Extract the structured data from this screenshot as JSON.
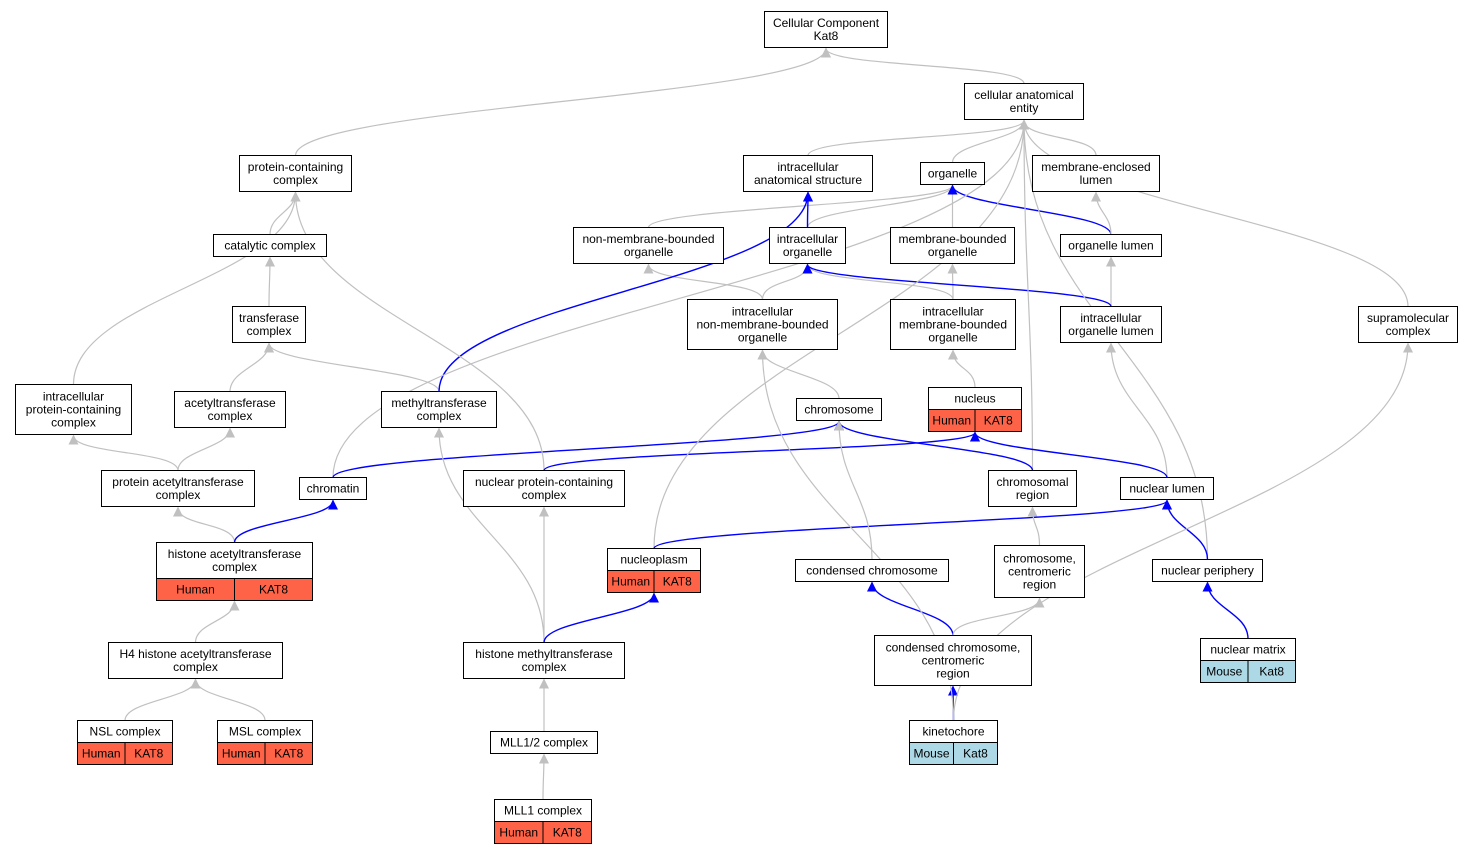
{
  "colors": {
    "gray_edge": "#c0c0c0",
    "blue_edge": "#0000ff",
    "human_fill": "#ff6347",
    "mouse_fill": "#add8e6",
    "node_border": "#000000",
    "node_fill": "#ffffff"
  },
  "nodes": {
    "root": {
      "lines": [
        "Cellular Component",
        "Kat8"
      ]
    },
    "cae": {
      "lines": [
        "cellular anatomical",
        "entity"
      ]
    },
    "pcc": {
      "lines": [
        "protein-containing",
        "complex"
      ]
    },
    "ias": {
      "lines": [
        "intracellular",
        "anatomical structure"
      ]
    },
    "organelle": {
      "lines": [
        "organelle"
      ]
    },
    "mel": {
      "lines": [
        "membrane-enclosed",
        "lumen"
      ]
    },
    "catalytic": {
      "lines": [
        "catalytic complex"
      ]
    },
    "nmbo": {
      "lines": [
        "non-membrane-bounded",
        "organelle"
      ]
    },
    "io": {
      "lines": [
        "intracellular",
        "organelle"
      ]
    },
    "mbo": {
      "lines": [
        "membrane-bounded",
        "organelle"
      ]
    },
    "olumen": {
      "lines": [
        "organelle lumen"
      ]
    },
    "transferase": {
      "lines": [
        "transferase",
        "complex"
      ]
    },
    "inmbo": {
      "lines": [
        "intracellular",
        "non-membrane-bounded",
        "organelle"
      ]
    },
    "imbo": {
      "lines": [
        "intracellular",
        "membrane-bounded",
        "organelle"
      ]
    },
    "iol": {
      "lines": [
        "intracellular",
        "organelle lumen"
      ]
    },
    "supra": {
      "lines": [
        "supramolecular",
        "complex"
      ]
    },
    "ipcc": {
      "lines": [
        "intracellular",
        "protein-containing",
        "complex"
      ]
    },
    "acetyl": {
      "lines": [
        "acetyltransferase",
        "complex"
      ]
    },
    "methyl": {
      "lines": [
        "methyltransferase",
        "complex"
      ]
    },
    "chromosome": {
      "lines": [
        "chromosome"
      ]
    },
    "nucleus": {
      "lines": [
        "nucleus"
      ],
      "tags": [
        "Human",
        "KAT8"
      ]
    },
    "pat": {
      "lines": [
        "protein acetyltransferase",
        "complex"
      ]
    },
    "chromatin": {
      "lines": [
        "chromatin"
      ]
    },
    "npcc": {
      "lines": [
        "nuclear protein-containing",
        "complex"
      ]
    },
    "chregion": {
      "lines": [
        "chromosomal",
        "region"
      ]
    },
    "nlumen": {
      "lines": [
        "nuclear lumen"
      ]
    },
    "hat": {
      "lines": [
        "histone acetyltransferase",
        "complex"
      ],
      "tags": [
        "Human",
        "KAT8"
      ]
    },
    "nucleoplasm": {
      "lines": [
        "nucleoplasm"
      ],
      "tags": [
        "Human",
        "KAT8"
      ]
    },
    "cchrom": {
      "lines": [
        "condensed chromosome"
      ]
    },
    "ccr": {
      "lines": [
        "chromosome,",
        "centromeric",
        "region"
      ]
    },
    "nperiph": {
      "lines": [
        "nuclear periphery"
      ]
    },
    "h4hat": {
      "lines": [
        "H4 histone acetyltransferase",
        "complex"
      ]
    },
    "hmt": {
      "lines": [
        "histone methyltransferase",
        "complex"
      ]
    },
    "ccccr": {
      "lines": [
        "condensed chromosome,",
        "centromeric",
        "region"
      ]
    },
    "nmatrix": {
      "lines": [
        "nuclear matrix"
      ],
      "tags": [
        "Mouse",
        "Kat8"
      ]
    },
    "nsl": {
      "lines": [
        "NSL complex"
      ],
      "tags": [
        "Human",
        "KAT8"
      ]
    },
    "msl": {
      "lines": [
        "MSL complex"
      ],
      "tags": [
        "Human",
        "KAT8"
      ]
    },
    "mll12": {
      "lines": [
        "MLL1/2 complex"
      ]
    },
    "kinetochore": {
      "lines": [
        "kinetochore"
      ],
      "tags": [
        "Mouse",
        "Kat8"
      ]
    },
    "mll1": {
      "lines": [
        "MLL1 complex"
      ],
      "tags": [
        "Human",
        "KAT8"
      ]
    }
  },
  "edges": [
    {
      "from": "cae",
      "to": "root",
      "color": "gray"
    },
    {
      "from": "pcc",
      "to": "root",
      "color": "gray"
    },
    {
      "from": "ias",
      "to": "cae",
      "color": "gray"
    },
    {
      "from": "organelle",
      "to": "cae",
      "color": "gray"
    },
    {
      "from": "mel",
      "to": "cae",
      "color": "gray"
    },
    {
      "from": "catalytic",
      "to": "pcc",
      "color": "gray"
    },
    {
      "from": "nmbo",
      "to": "organelle",
      "color": "gray"
    },
    {
      "from": "io",
      "to": "organelle",
      "color": "gray"
    },
    {
      "from": "io",
      "to": "ias",
      "color": "blue"
    },
    {
      "from": "mbo",
      "to": "organelle",
      "color": "gray"
    },
    {
      "from": "olumen",
      "to": "organelle",
      "color": "blue"
    },
    {
      "from": "olumen",
      "to": "mel",
      "color": "gray"
    },
    {
      "from": "transferase",
      "to": "catalytic",
      "color": "gray"
    },
    {
      "from": "inmbo",
      "to": "nmbo",
      "color": "gray"
    },
    {
      "from": "inmbo",
      "to": "io",
      "color": "gray"
    },
    {
      "from": "imbo",
      "to": "io",
      "color": "gray"
    },
    {
      "from": "imbo",
      "to": "mbo",
      "color": "gray"
    },
    {
      "from": "iol",
      "to": "olumen",
      "color": "gray"
    },
    {
      "from": "iol",
      "to": "io",
      "color": "blue"
    },
    {
      "from": "supra",
      "to": "cae",
      "color": "gray"
    },
    {
      "from": "ipcc",
      "to": "pcc",
      "color": "gray"
    },
    {
      "from": "acetyl",
      "to": "transferase",
      "color": "gray"
    },
    {
      "from": "methyl",
      "to": "transferase",
      "color": "gray"
    },
    {
      "from": "methyl",
      "to": "ias",
      "color": "blue"
    },
    {
      "from": "chromosome",
      "to": "inmbo",
      "color": "gray"
    },
    {
      "from": "nucleus",
      "to": "imbo",
      "color": "gray"
    },
    {
      "from": "pat",
      "to": "ipcc",
      "color": "gray"
    },
    {
      "from": "pat",
      "to": "acetyl",
      "color": "gray"
    },
    {
      "from": "chromatin",
      "to": "cae",
      "color": "gray"
    },
    {
      "from": "chromatin",
      "to": "chromosome",
      "color": "blue"
    },
    {
      "from": "npcc",
      "to": "pcc",
      "color": "gray"
    },
    {
      "from": "npcc",
      "to": "nucleus",
      "color": "blue"
    },
    {
      "from": "chregion",
      "to": "cae",
      "color": "gray"
    },
    {
      "from": "chregion",
      "to": "chromosome",
      "color": "blue"
    },
    {
      "from": "nlumen",
      "to": "iol",
      "color": "gray"
    },
    {
      "from": "nlumen",
      "to": "nucleus",
      "color": "blue"
    },
    {
      "from": "hat",
      "to": "pat",
      "color": "gray"
    },
    {
      "from": "hat",
      "to": "chromatin",
      "color": "blue"
    },
    {
      "from": "nucleoplasm",
      "to": "cae",
      "color": "gray"
    },
    {
      "from": "nucleoplasm",
      "to": "nlumen",
      "color": "blue"
    },
    {
      "from": "cchrom",
      "to": "chromosome",
      "color": "gray"
    },
    {
      "from": "ccr",
      "to": "chregion",
      "color": "gray"
    },
    {
      "from": "nperiph",
      "to": "cae",
      "color": "gray"
    },
    {
      "from": "nperiph",
      "to": "nlumen",
      "color": "blue"
    },
    {
      "from": "h4hat",
      "to": "hat",
      "color": "gray"
    },
    {
      "from": "hmt",
      "to": "methyl",
      "color": "gray"
    },
    {
      "from": "hmt",
      "to": "npcc",
      "color": "gray"
    },
    {
      "from": "hmt",
      "to": "nucleoplasm",
      "color": "blue"
    },
    {
      "from": "ccccr",
      "to": "cchrom",
      "color": "blue"
    },
    {
      "from": "ccccr",
      "to": "ccr",
      "color": "gray"
    },
    {
      "from": "nmatrix",
      "to": "nperiph",
      "color": "blue"
    },
    {
      "from": "nsl",
      "to": "h4hat",
      "color": "gray"
    },
    {
      "from": "msl",
      "to": "h4hat",
      "color": "gray"
    },
    {
      "from": "mll12",
      "to": "hmt",
      "color": "gray"
    },
    {
      "from": "kinetochore",
      "to": "ccccr",
      "color": "blue"
    },
    {
      "from": "kinetochore",
      "to": "inmbo",
      "color": "gray"
    },
    {
      "from": "kinetochore",
      "to": "supra",
      "color": "gray"
    },
    {
      "from": "mll1",
      "to": "mll12",
      "color": "gray"
    }
  ]
}
